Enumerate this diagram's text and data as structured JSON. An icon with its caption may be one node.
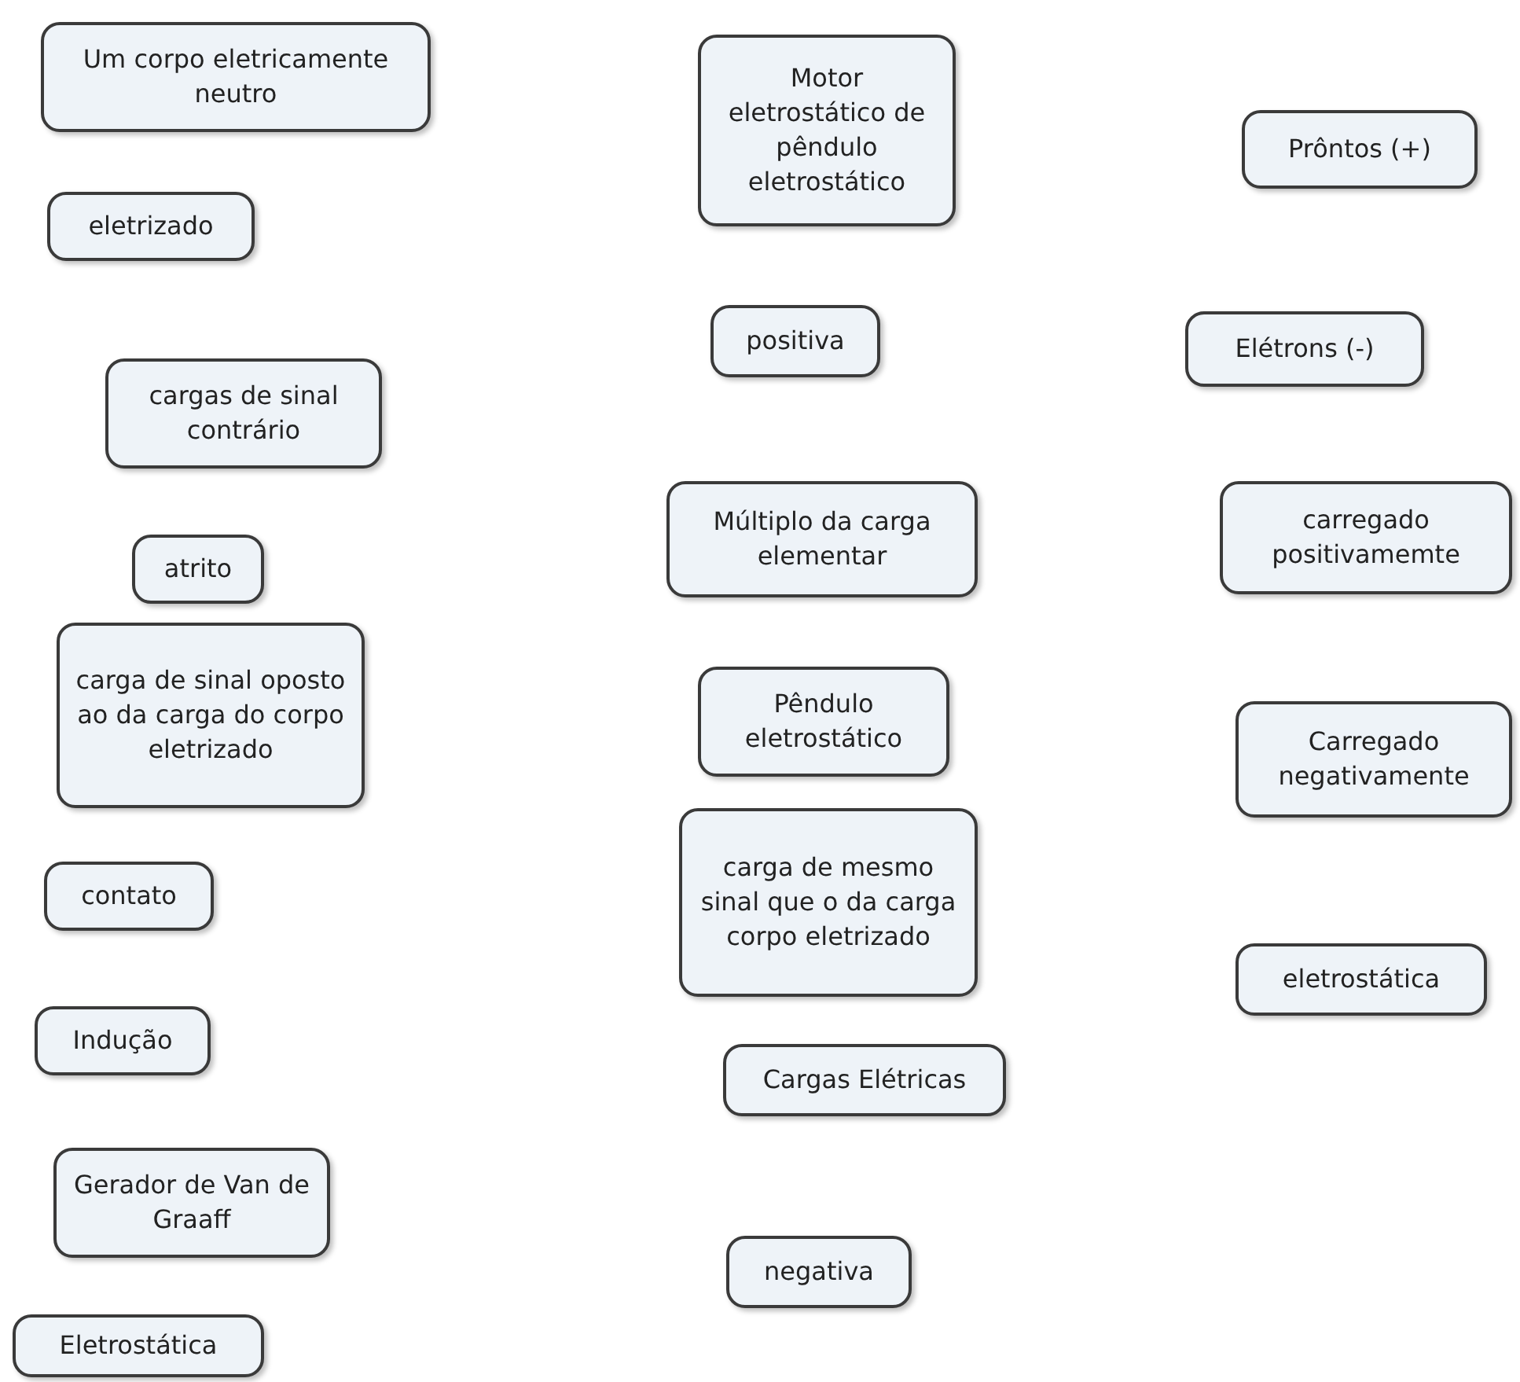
{
  "diagram": {
    "nodes": [
      {
        "text": [
          "Um corpo eletricamente neutro"
        ]
      },
      {
        "text": [
          "eletrizado"
        ]
      },
      {
        "text": [
          "cargas de sinal contrário"
        ]
      },
      {
        "text": [
          "atrito"
        ]
      },
      {
        "text": [
          "carga de sinal oposto ao da carga do corpo eletrizado"
        ]
      },
      {
        "text": [
          "contato"
        ]
      },
      {
        "text": [
          "Indução"
        ]
      },
      {
        "text": [
          "Gerador de Van de Graaff"
        ]
      },
      {
        "text": [
          "Eletrostática"
        ]
      },
      {
        "text": [
          "Motor eletrostático de pêndulo eletrostático"
        ]
      },
      {
        "text": [
          "positiva"
        ]
      },
      {
        "text": [
          "Múltiplo da carga elementar"
        ]
      },
      {
        "text": [
          "Pêndulo eletrostático"
        ]
      },
      {
        "text": [
          "carga de mesmo sinal que o da carga corpo eletrizado"
        ]
      },
      {
        "text": [
          "Cargas Elétricas"
        ]
      },
      {
        "text": [
          "negativa"
        ]
      },
      {
        "text": [
          "Prôntos (+)"
        ]
      },
      {
        "text": [
          "Elétrons (-)"
        ]
      },
      {
        "text": [
          "carregado positivamemte"
        ]
      },
      {
        "text": [
          "Carregado negativamente"
        ]
      },
      {
        "text": [
          "eletrostática"
        ]
      }
    ]
  }
}
